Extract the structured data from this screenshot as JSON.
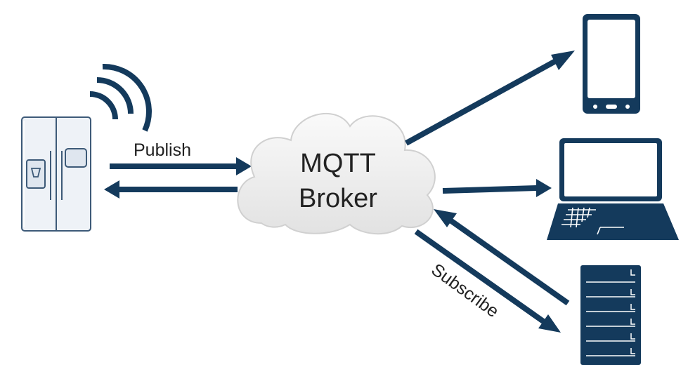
{
  "broker": {
    "line1": "MQTT",
    "line2": "Broker"
  },
  "labels": {
    "publish": "Publish",
    "subscribe": "Subscribe"
  },
  "colors": {
    "primary": "#143a5c",
    "fridge_fill": "#eef2f7",
    "fridge_stroke": "#3d5a78",
    "cloud_fill": "#ececec",
    "cloud_stroke": "#d0d0d0",
    "text": "#222222",
    "screen": "#ffffff"
  },
  "icons": {
    "publisher": "refrigerator-icon",
    "wireless": "wifi-signal-icon",
    "subscribers": [
      "smartphone-icon",
      "laptop-icon",
      "server-icon"
    ]
  }
}
